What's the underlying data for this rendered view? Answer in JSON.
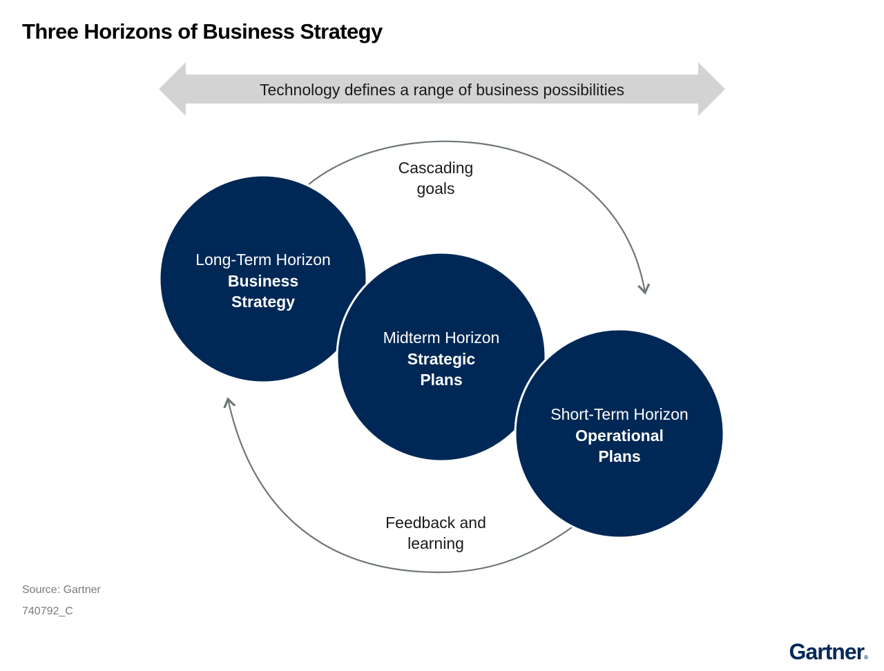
{
  "title": "Three Horizons of Business Strategy",
  "banner": {
    "text": "Technology defines a range of business possibilities"
  },
  "flows": {
    "cascading": [
      "Cascading",
      "goals"
    ],
    "feedback": [
      "Feedback and",
      "learning"
    ]
  },
  "horizons": [
    {
      "horizon": "Long-Term Horizon",
      "plan_line1": "Business",
      "plan_line2": "Strategy"
    },
    {
      "horizon": "Midterm Horizon",
      "plan_line1": "Strategic",
      "plan_line2": "Plans"
    },
    {
      "horizon": "Short-Term Horizon",
      "plan_line1": "Operational",
      "plan_line2": "Plans"
    }
  ],
  "footer": {
    "source": "Source: Gartner",
    "code": "740792_C",
    "logo": "Gartner"
  },
  "colors": {
    "circle_fill": "#002856",
    "arrow_banner": "#d3d3d3",
    "flow_arrow": "#6e7676",
    "logo": "#002856"
  },
  "icons": {
    "banner": "double-headed-arrow",
    "cascading": "curved-arrow-clockwise",
    "feedback": "curved-arrow-return"
  }
}
